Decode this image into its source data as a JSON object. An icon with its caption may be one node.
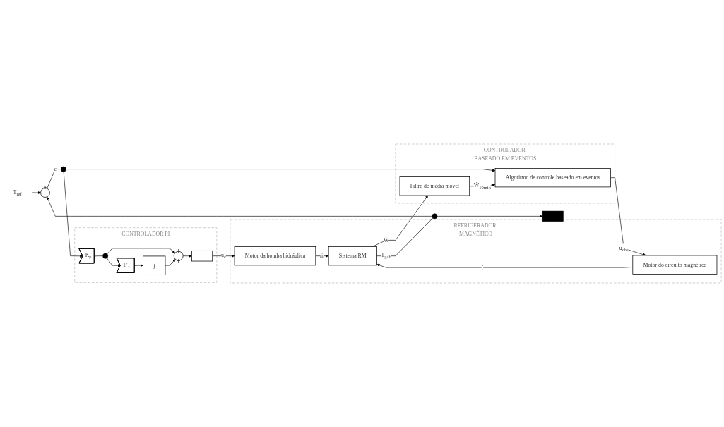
{
  "diagram": {
    "nodes": [
      {
        "text": [
          "CONTROLADOR PI"
        ]
      },
      {
        "text": [
          "REFRIGERADOR MAGNÉTICO"
        ]
      },
      {
        "text": [
          "CONTROLADOR BASEADO EM EVENTOS"
        ]
      },
      {
        "text": [
          "T$_{ref}$"
        ]
      },
      {
        "text": [
          "+",
          "−"
        ]
      },
      {
        "text": [],
        "shape": "circle"
      },
      {
        "text": [
          "K$_{p}$"
        ],
        "in": 0
      },
      {
        "text": [],
        "shape": "circle",
        "in": 0
      },
      {
        "text": [
          "1/T$_{i}$"
        ],
        "in": 0
      },
      {
        "text": [
          "∫"
        ],
        "in": 0
      },
      {
        "text": [
          "+",
          "+"
        ],
        "in": 0
      },
      {
        "text": [],
        "shape": "box",
        "in": 0
      },
      {
        "text": [
          "Motor da bomba hidráulica"
        ],
        "in": 1
      },
      {
        "text": [
          "Sistema RM"
        ],
        "in": 1
      },
      {
        "text": [
          "Motor do circuito magnético"
        ],
        "in": 1
      },
      {
        "text": [],
        "shape": "circle"
      },
      {
        "text": [
          "Algoritmo de controle baseado em eventos"
        ],
        "in": 2
      },
      {
        "text": [
          "Filtro de média móvel"
        ],
        "in": 2
      },
      {
        "text": [],
        "shape": "bar"
      }
    ],
    "edges": [
      {
        "from": 3,
        "to": 4,
        "arrow": "to"
      },
      {
        "from": 4,
        "to": 5,
        "arrow": "none",
        "label": "e"
      },
      {
        "from": 5,
        "to": 6,
        "arrow": "to"
      },
      {
        "from": 5,
        "to": 16,
        "arrow": "to"
      },
      {
        "from": 6,
        "to": 7,
        "arrow": "none"
      },
      {
        "from": 7,
        "to": 10,
        "arrow": "to"
      },
      {
        "from": 7,
        "to": 8,
        "arrow": "to"
      },
      {
        "from": 8,
        "to": 9,
        "arrow": "to"
      },
      {
        "from": 9,
        "to": 10,
        "arrow": "to"
      },
      {
        "from": 10,
        "to": 11,
        "arrow": "to"
      },
      {
        "from": 11,
        "to": 12,
        "arrow": "to",
        "label": "u$_{c}$"
      },
      {
        "from": 12,
        "to": 13,
        "arrow": "to",
        "label": "ṁ"
      },
      {
        "from": 14,
        "to": 13,
        "arrow": "to",
        "label": "f"
      },
      {
        "from": 13,
        "to": 15,
        "arrow": "none",
        "label": "T$_{gab}$"
      },
      {
        "from": 15,
        "to": 18,
        "arrow": "to"
      },
      {
        "from": 15,
        "to": 4,
        "arrow": "to"
      },
      {
        "from": 13,
        "to": 17,
        "arrow": "to",
        "label": "Ẇ"
      },
      {
        "from": 17,
        "to": 16,
        "arrow": "to",
        "label": "Ẇ$_{10min}$"
      },
      {
        "from": 16,
        "to": 14,
        "arrow": "to",
        "label": "u$_{cbe}$"
      }
    ]
  }
}
